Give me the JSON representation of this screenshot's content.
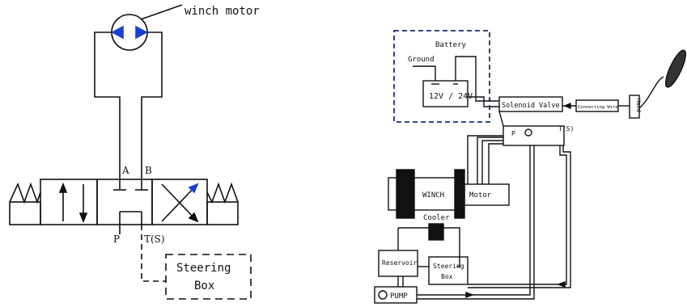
{
  "left_diagram": {
    "motor_label": "winch motor",
    "port_a": "A",
    "port_b": "B",
    "port_p": "P",
    "port_t": "T(S)",
    "steering_box_line1": "Steering",
    "steering_box_line2": "Box"
  },
  "right_diagram": {
    "battery_label": "Battery",
    "ground_label": "Ground",
    "battery_voltage": "12V / 24V",
    "solenoid_valve": "Solenoid Valve",
    "connecting_wire": "Connecting Wire",
    "remote_label": "Hand",
    "winch_label": "WINCH",
    "motor_label": "Motor",
    "cooler_label": "Cooler",
    "reservoir_label": "Reservoir",
    "steering_line1": "Steering",
    "steering_line2": "Box",
    "pump_label": "PUMP",
    "valve_port_p": "P",
    "valve_port_t": "T(S)"
  }
}
